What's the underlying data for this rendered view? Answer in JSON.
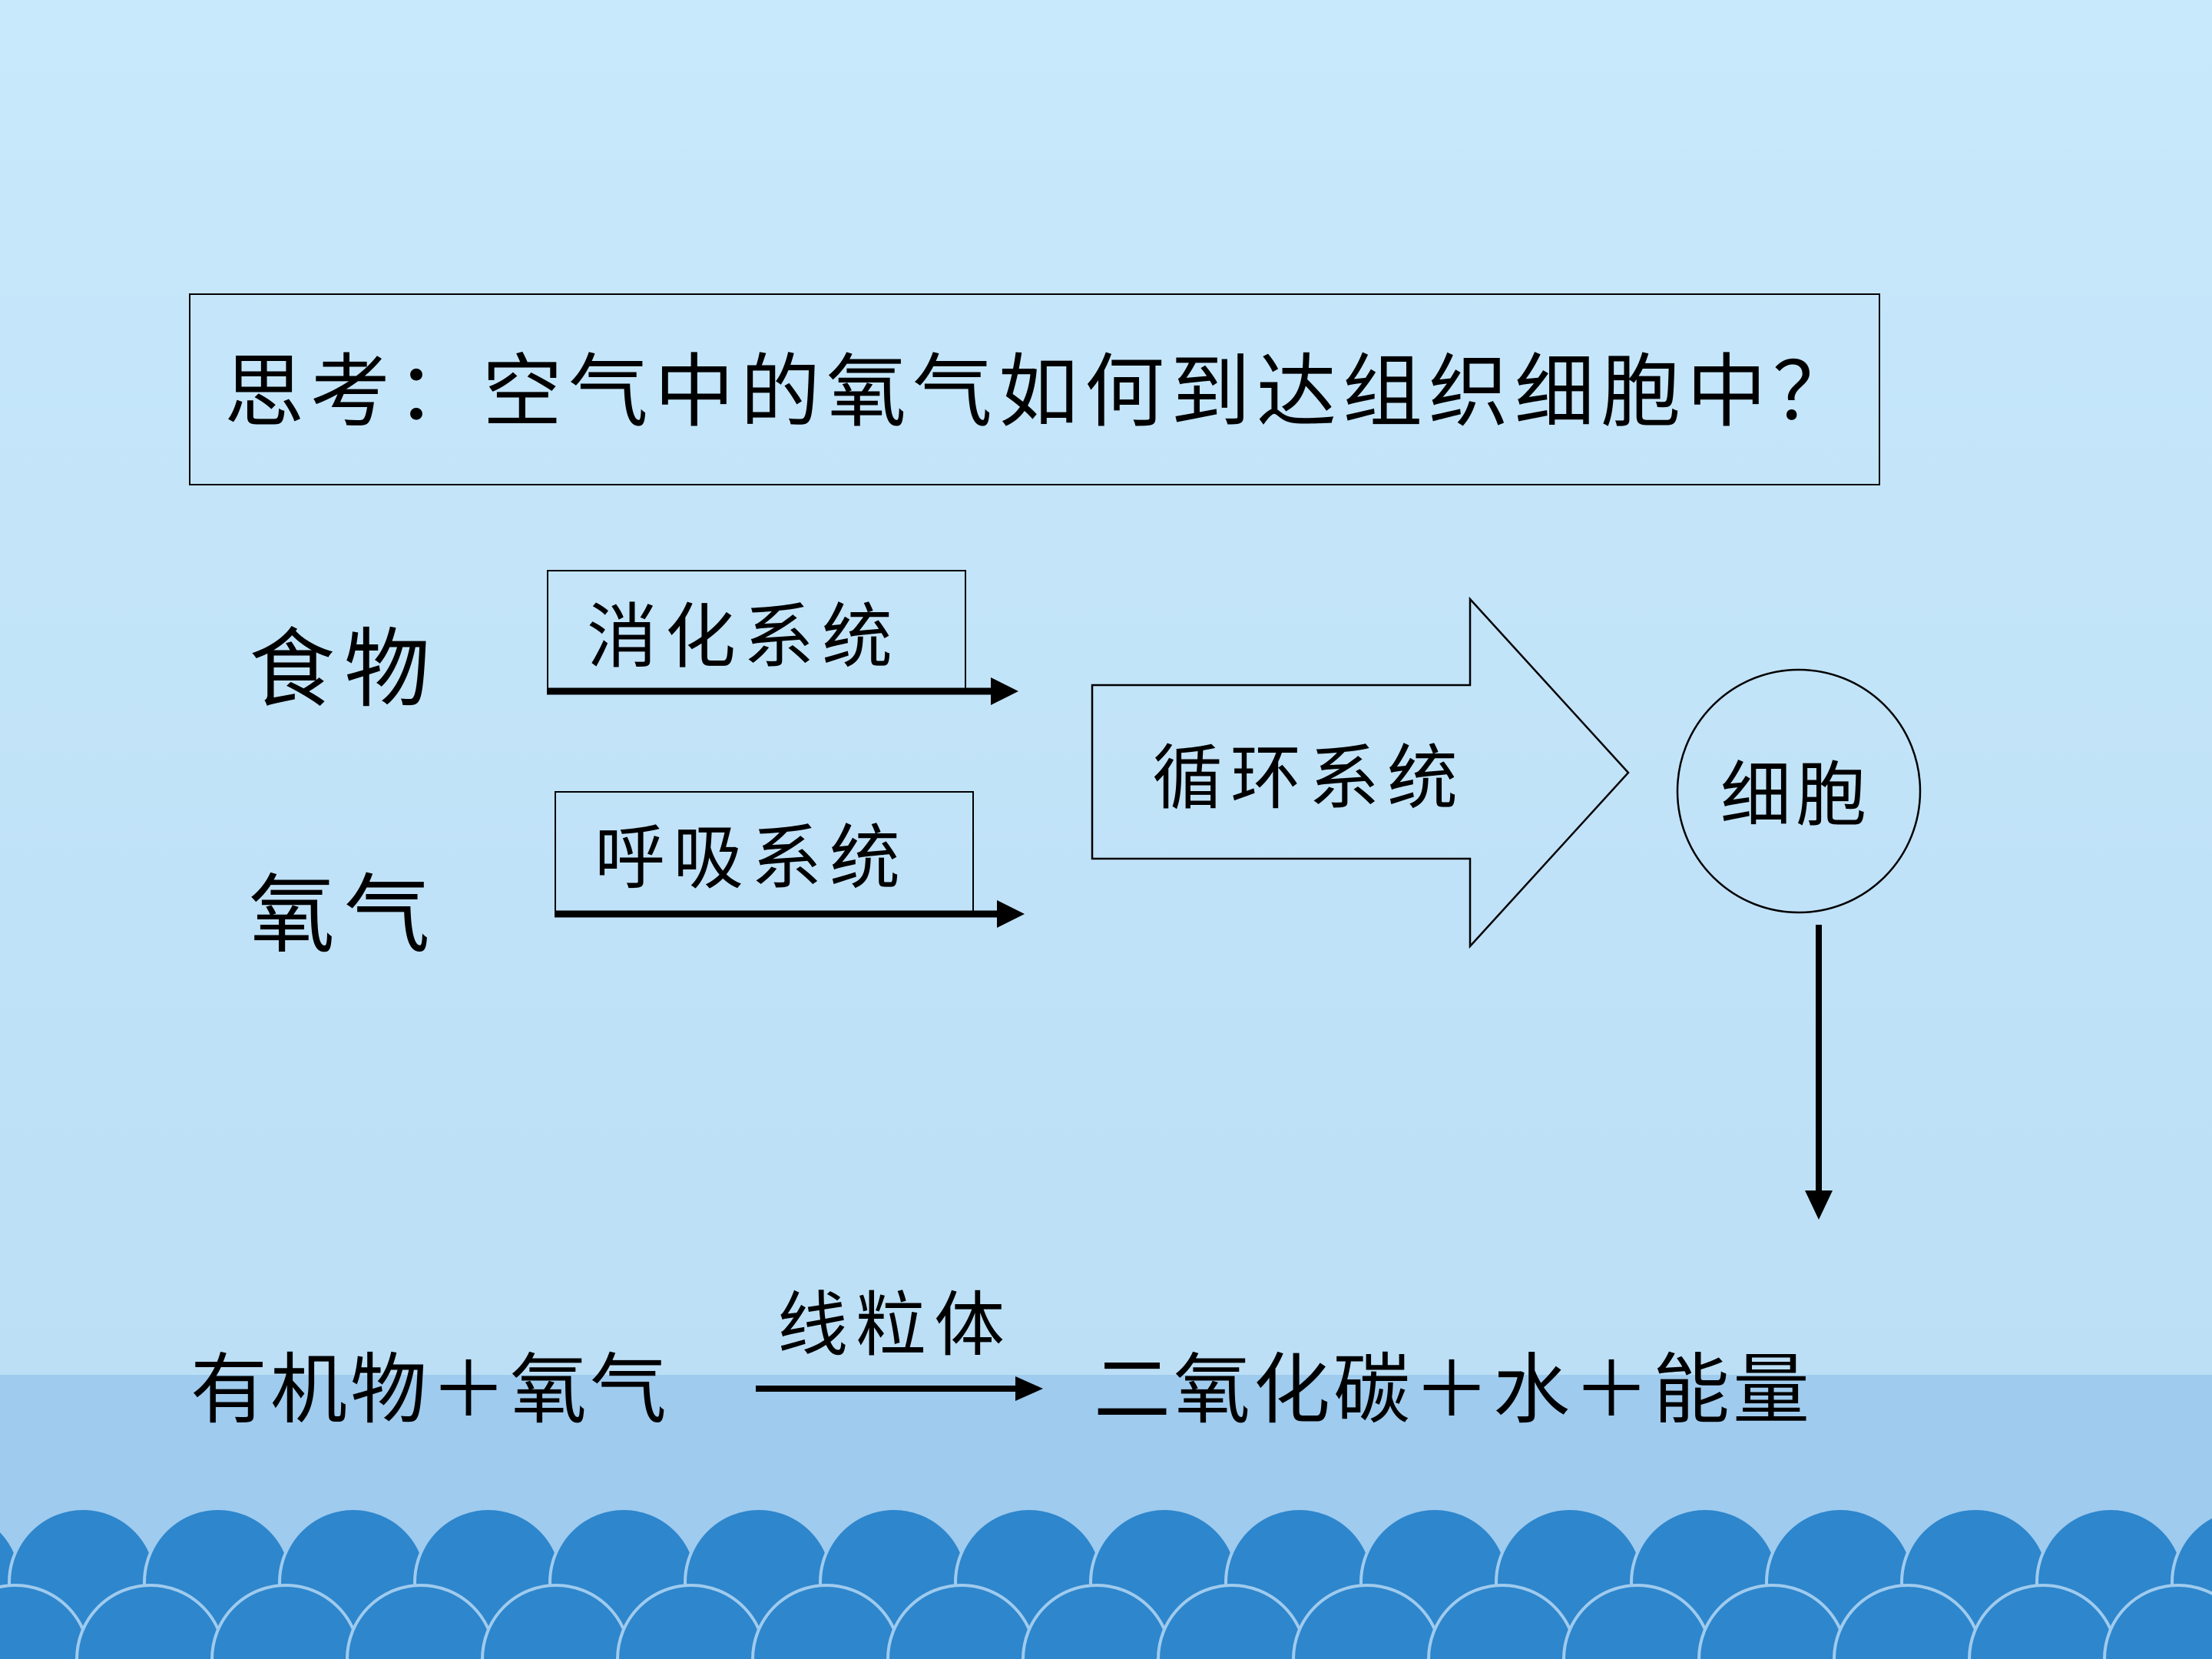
{
  "colors": {
    "background_top": "#c8e8fb",
    "background_bottom": "#bcdff6",
    "water_band": "#9fcbee",
    "wave_fill": "#2e86cc",
    "line": "#000000"
  },
  "question": "思考：空气中的氧气如何到达组织细胞中？",
  "inputs": {
    "food": "食物",
    "oxygen": "氧气"
  },
  "systems": {
    "digestive": "消化系统",
    "respiratory": "呼吸系统",
    "circulatory": "循环系统"
  },
  "cell": "细胞",
  "equation": {
    "reactants": "有机物＋氧气",
    "catalyst": "线粒体",
    "products": "二氧化碳＋水＋能量"
  }
}
